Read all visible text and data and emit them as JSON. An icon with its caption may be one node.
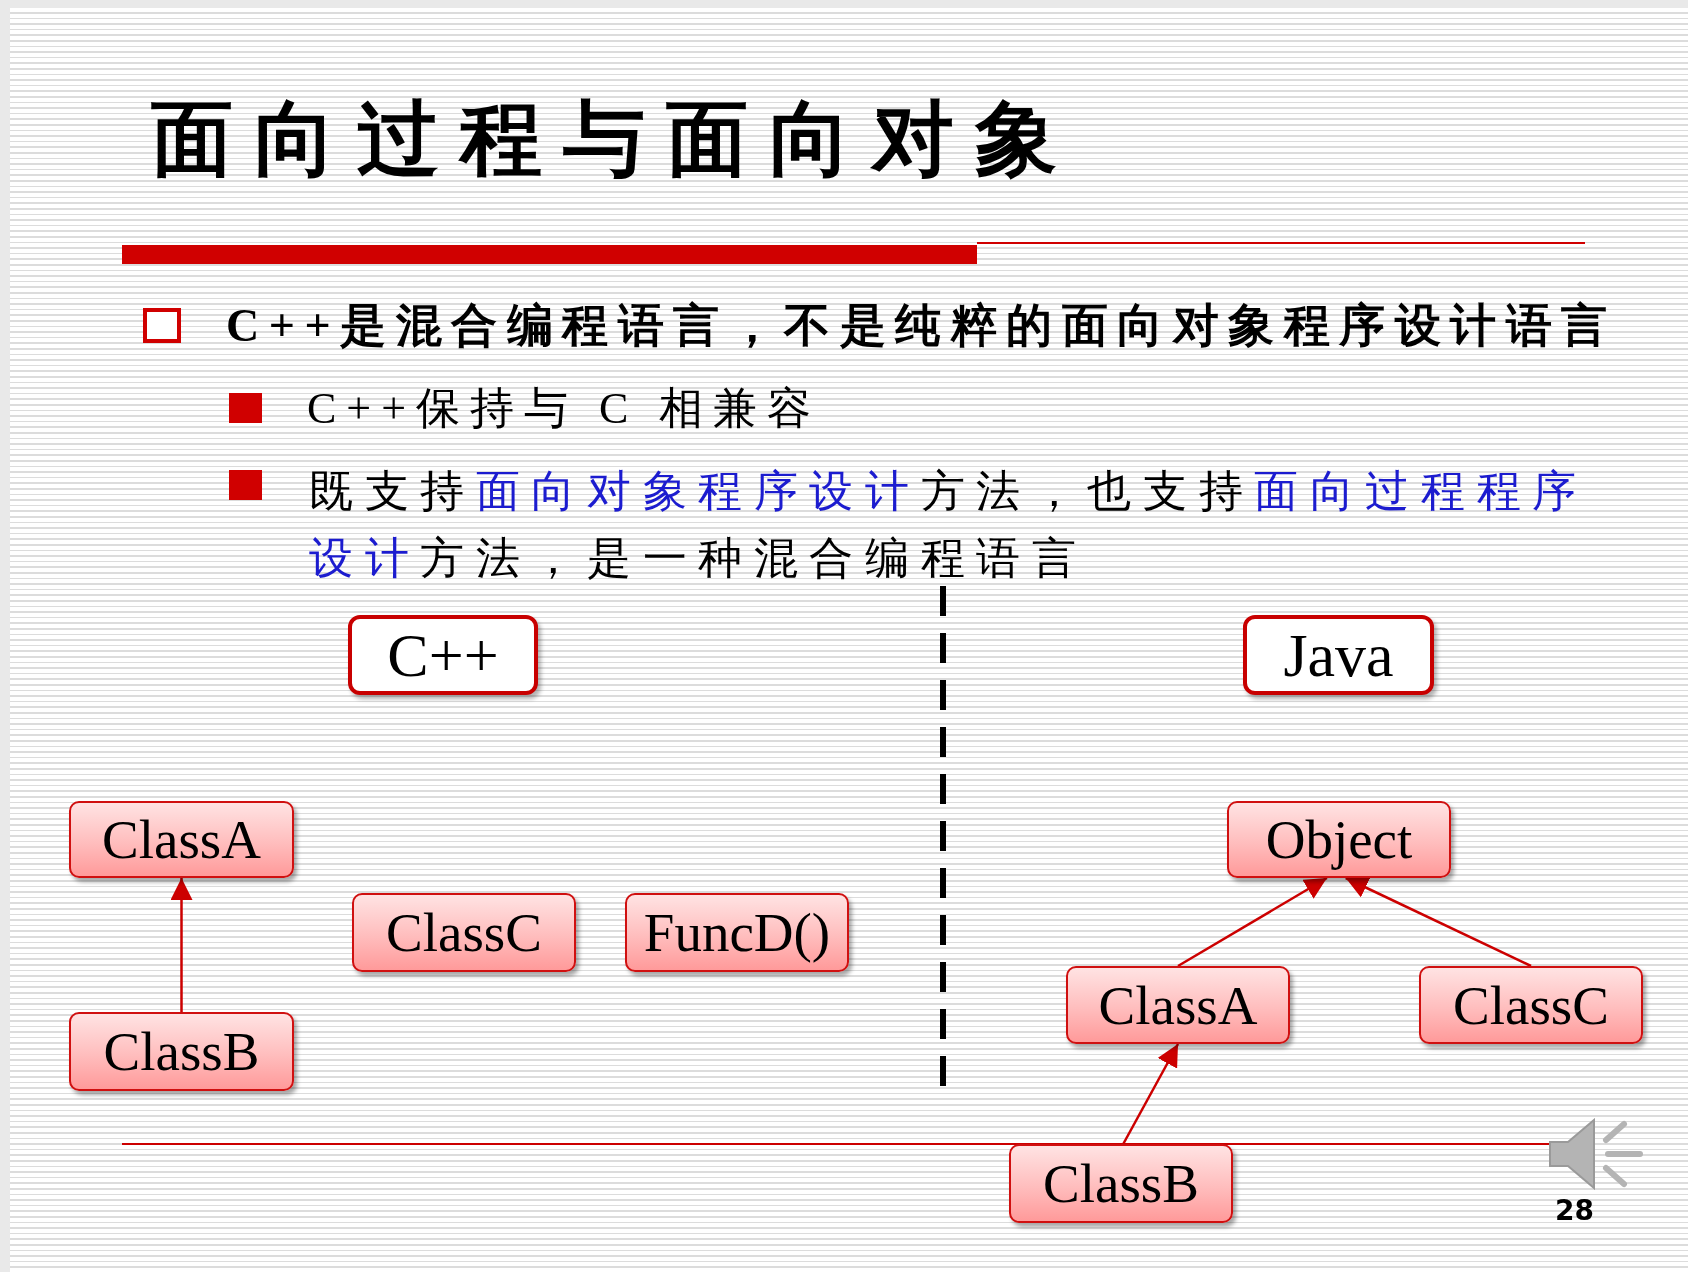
{
  "diagram": {
    "title": "面向过程与面向对象",
    "nodes": [
      {
        "text": [
          "C++"
        ]
      },
      {
        "text": [
          "ClassA"
        ]
      },
      {
        "text": [
          "ClassC"
        ]
      },
      {
        "text": [
          "FuncD()"
        ]
      },
      {
        "text": [
          "ClassB"
        ]
      },
      {
        "text": [
          "Java"
        ]
      },
      {
        "text": [
          "Object"
        ]
      },
      {
        "text": [
          "ClassA"
        ]
      },
      {
        "text": [
          "ClassC"
        ]
      },
      {
        "text": [
          "ClassB"
        ]
      }
    ],
    "edges": [
      {
        "from": 4,
        "to": 1,
        "arrow": "to"
      },
      {
        "from": 7,
        "to": 6,
        "arrow": "to"
      },
      {
        "from": 8,
        "to": 6,
        "arrow": "to"
      },
      {
        "from": 9,
        "to": 7,
        "arrow": "to"
      }
    ],
    "labels": [
      "C++是混合编程语言，不是纯粹的面向对象程序设计语言",
      "C++保持与 C 相兼容",
      "既支持面向对象程序设计方法，也支持面向过程程序设计方法，是一种混合编程语言",
      "28"
    ]
  }
}
